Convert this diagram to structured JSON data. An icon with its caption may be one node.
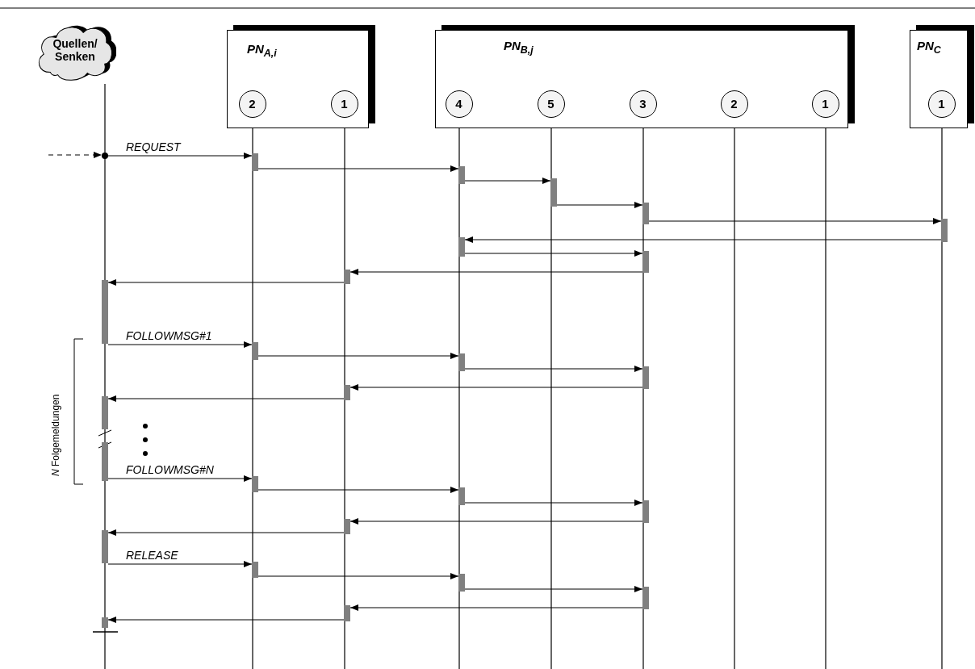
{
  "diagram": {
    "nodes": [
      {
        "text": [
          "Quellen/ Senken"
        ]
      },
      {
        "text": [
          "PN$_{A,i}$"
        ]
      },
      {
        "text": [
          "2"
        ],
        "in": 1
      },
      {
        "text": [
          "1"
        ],
        "in": 1
      },
      {
        "text": [
          "PN$_{B,j}$"
        ]
      },
      {
        "text": [
          "4"
        ],
        "in": 4
      },
      {
        "text": [
          "5"
        ],
        "in": 4
      },
      {
        "text": [
          "3"
        ],
        "in": 4
      },
      {
        "text": [
          "2"
        ],
        "in": 4
      },
      {
        "text": [
          "1"
        ],
        "in": 4
      },
      {
        "text": [
          "PN$_{C}$"
        ]
      },
      {
        "text": [
          "1"
        ],
        "in": 10
      },
      {
        "text": [],
        "shape": "circle"
      },
      {
        "text": [],
        "shape": "bar"
      },
      {
        "text": [],
        "shape": "bar"
      },
      {
        "text": [],
        "shape": "bar"
      },
      {
        "text": [],
        "shape": "bar"
      },
      {
        "text": [],
        "shape": "bar"
      },
      {
        "text": [],
        "shape": "bar"
      },
      {
        "text": [],
        "shape": "bar"
      },
      {
        "text": [],
        "shape": "bar"
      },
      {
        "text": [],
        "shape": "bar"
      },
      {
        "text": [],
        "shape": "bar"
      },
      {
        "text": [],
        "shape": "bar"
      },
      {
        "text": [],
        "shape": "bar"
      },
      {
        "text": [],
        "shape": "bar"
      },
      {
        "text": [],
        "shape": "bar"
      },
      {
        "text": [],
        "shape": "bar"
      },
      {
        "text": [],
        "shape": "bar"
      },
      {
        "text": [],
        "shape": "bar"
      },
      {
        "text": [],
        "shape": "bar"
      },
      {
        "text": [],
        "shape": "bar"
      },
      {
        "text": [],
        "shape": "bar"
      },
      {
        "text": [],
        "shape": "bar"
      },
      {
        "text": [],
        "shape": "bar"
      },
      {
        "text": [],
        "shape": "bar"
      },
      {
        "text": [],
        "shape": "bar"
      },
      {
        "text": [],
        "shape": "bar"
      }
    ],
    "edges": [
      {
        "from": null,
        "to": 12,
        "arrow": "to",
        "style": "dashed"
      },
      {
        "from": 12,
        "to": 13,
        "arrow": "to",
        "label": "REQUEST"
      },
      {
        "from": 13,
        "to": 14,
        "arrow": "to"
      },
      {
        "from": 14,
        "to": 15,
        "arrow": "to"
      },
      {
        "from": 15,
        "to": 16,
        "arrow": "to"
      },
      {
        "from": 16,
        "to": 17,
        "arrow": "to"
      },
      {
        "from": 17,
        "to": 18,
        "arrow": "to"
      },
      {
        "from": 18,
        "to": 19,
        "arrow": "to"
      },
      {
        "from": 19,
        "to": 20,
        "arrow": "to"
      },
      {
        "from": 20,
        "to": 21,
        "arrow": "to"
      },
      {
        "from": 21,
        "to": 22,
        "arrow": "to",
        "label": "FOLLOWMSG#1"
      },
      {
        "from": 22,
        "to": 23,
        "arrow": "to"
      },
      {
        "from": 23,
        "to": 24,
        "arrow": "to"
      },
      {
        "from": 24,
        "to": 25,
        "arrow": "to"
      },
      {
        "from": 25,
        "to": 26,
        "arrow": "to"
      },
      {
        "from": 27,
        "to": 28,
        "arrow": "to",
        "label": "FOLLOWMSG#N"
      },
      {
        "from": 28,
        "to": 29,
        "arrow": "to"
      },
      {
        "from": 29,
        "to": 30,
        "arrow": "to"
      },
      {
        "from": 30,
        "to": 31,
        "arrow": "to"
      },
      {
        "from": 31,
        "to": 32,
        "arrow": "to"
      },
      {
        "from": 32,
        "to": 33,
        "arrow": "to",
        "label": "RELEASE"
      },
      {
        "from": 33,
        "to": 34,
        "arrow": "to"
      },
      {
        "from": 34,
        "to": 35,
        "arrow": "to"
      },
      {
        "from": 35,
        "to": 36,
        "arrow": "to"
      },
      {
        "from": 36,
        "to": 37,
        "arrow": "to"
      }
    ],
    "labels": [
      "*N* Folgemeldungen"
    ]
  }
}
